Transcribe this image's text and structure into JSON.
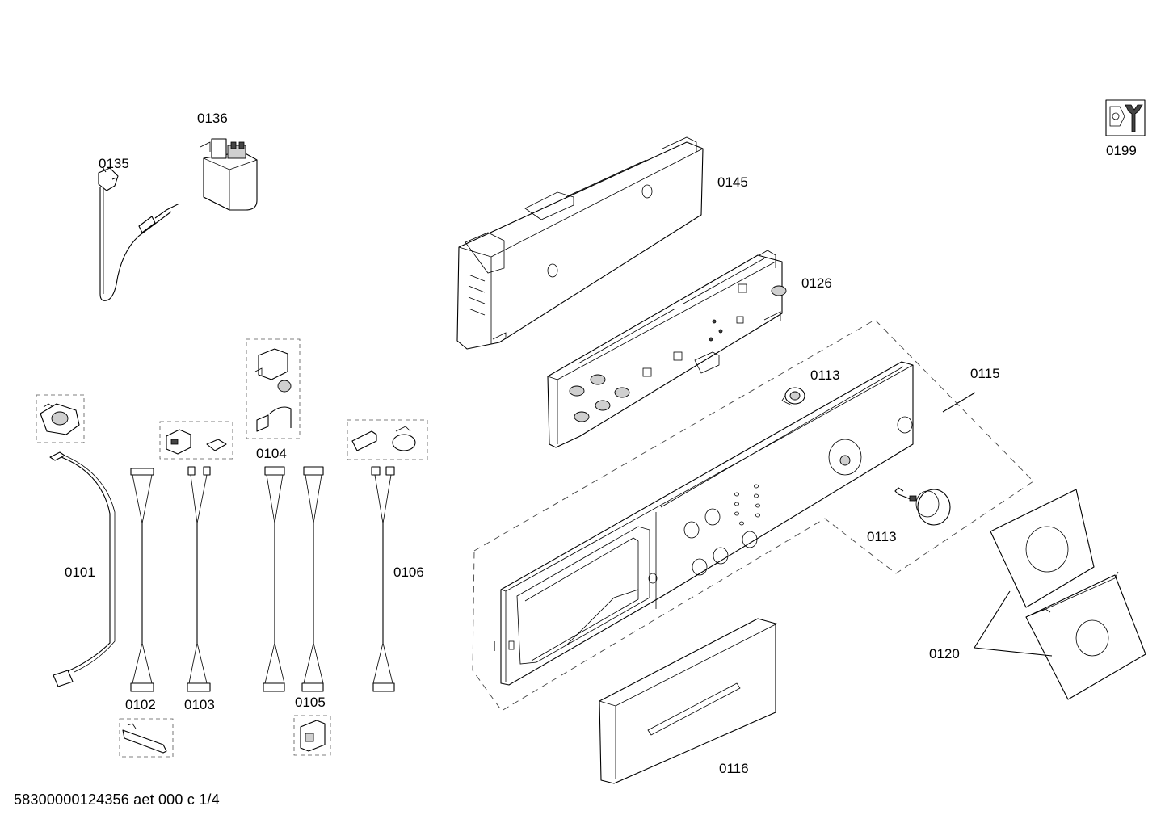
{
  "labels": {
    "p0136": "0136",
    "p0135": "0135",
    "p0145": "0145",
    "p0126": "0126",
    "p0199": "0199",
    "p0113a": "0113",
    "p0113b": "0113",
    "p0115": "0115",
    "p0104": "0104",
    "p0101": "0101",
    "p0106": "0106",
    "p0102": "0102",
    "p0103": "0103",
    "p0105": "0105",
    "p0120": "0120",
    "p0116": "0116"
  },
  "footer": "58300000124356 aet 000 c 1/4",
  "icons": {
    "service": "wrench-nut-service-icon"
  }
}
